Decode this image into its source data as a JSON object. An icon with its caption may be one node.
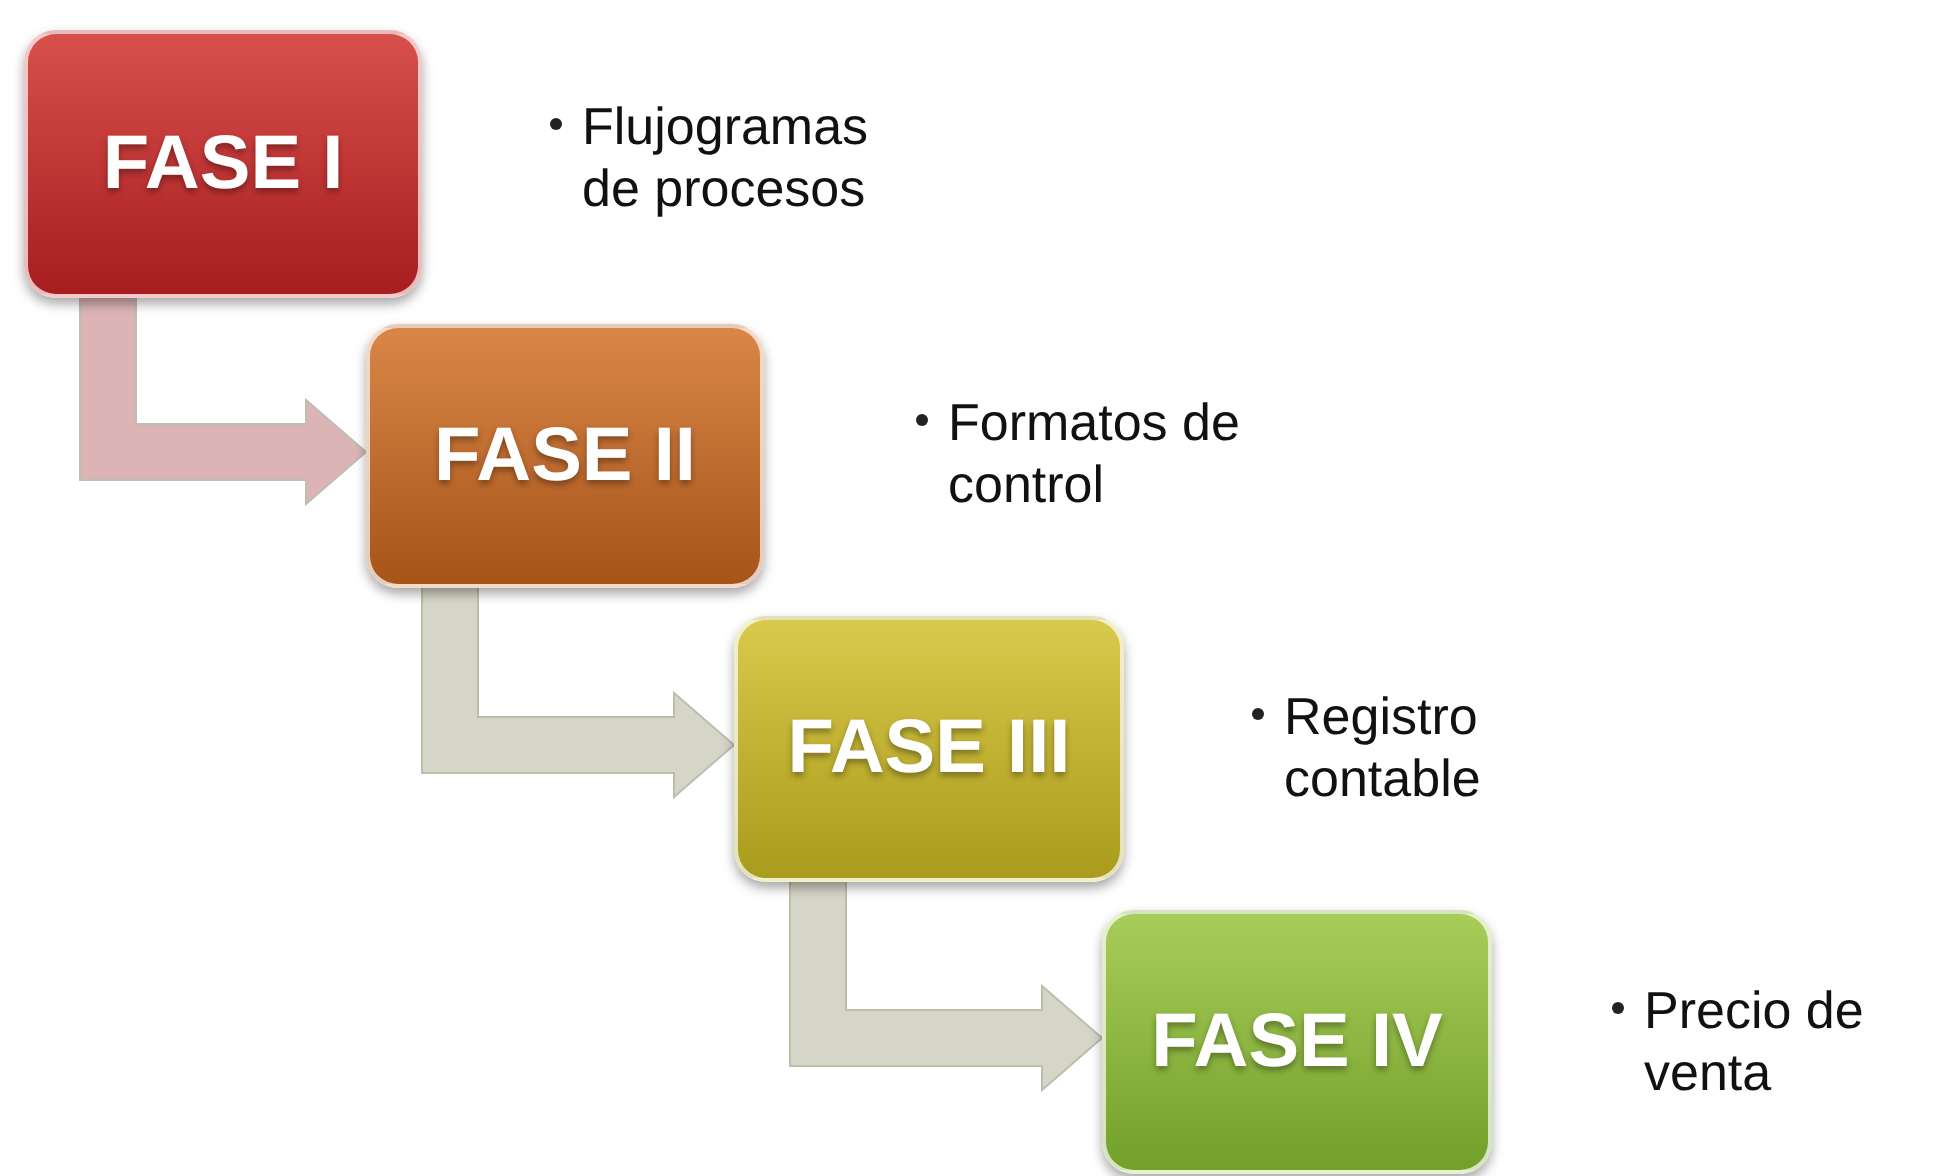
{
  "diagram": {
    "nodes": [
      {
        "text": [
          "FASE I"
        ],
        "beside": [
          "Flujogramas de procesos"
        ]
      },
      {
        "text": [
          "FASE II"
        ],
        "beside": [
          "Formatos de control"
        ]
      },
      {
        "text": [
          "FASE III"
        ],
        "beside": [
          "Registro contable"
        ]
      },
      {
        "text": [
          "FASE IV"
        ],
        "beside": [
          "Precio de venta"
        ]
      }
    ],
    "edges": [
      {
        "from": 0,
        "to": 1,
        "arrow": "to",
        "color": "#dcb4b6"
      },
      {
        "from": 1,
        "to": 2,
        "arrow": "to"
      },
      {
        "from": 2,
        "to": 3,
        "arrow": "to"
      }
    ]
  }
}
